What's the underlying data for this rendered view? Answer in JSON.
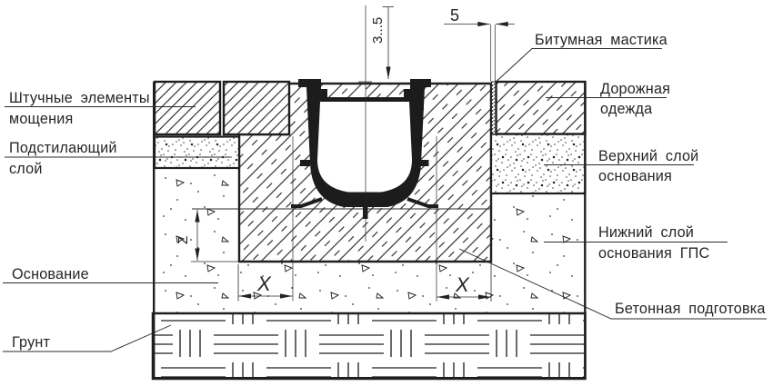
{
  "drawing": {
    "labels": {
      "paving": [
        "Штучные элементы",
        "мощения"
      ],
      "bedding": [
        "Подстилающий",
        "слой"
      ],
      "base": [
        "Основание"
      ],
      "soil": [
        "Грунт"
      ],
      "mastic": [
        "Битумная мастика"
      ],
      "road": [
        "Дорожная",
        "одежда"
      ],
      "upper_base": [
        "Верхний слой",
        "основания"
      ],
      "lower_base": [
        "Нижний слой",
        "основания ГПС"
      ],
      "concrete": [
        "Бетонная подготовка"
      ]
    },
    "dimensions": {
      "top_offset": "3...5",
      "joint_width": "5",
      "bed_depth": "Z",
      "side_width_left": "X",
      "side_width_right": "X"
    },
    "colors": {
      "line": "#222222",
      "background": "#ffffff"
    }
  }
}
